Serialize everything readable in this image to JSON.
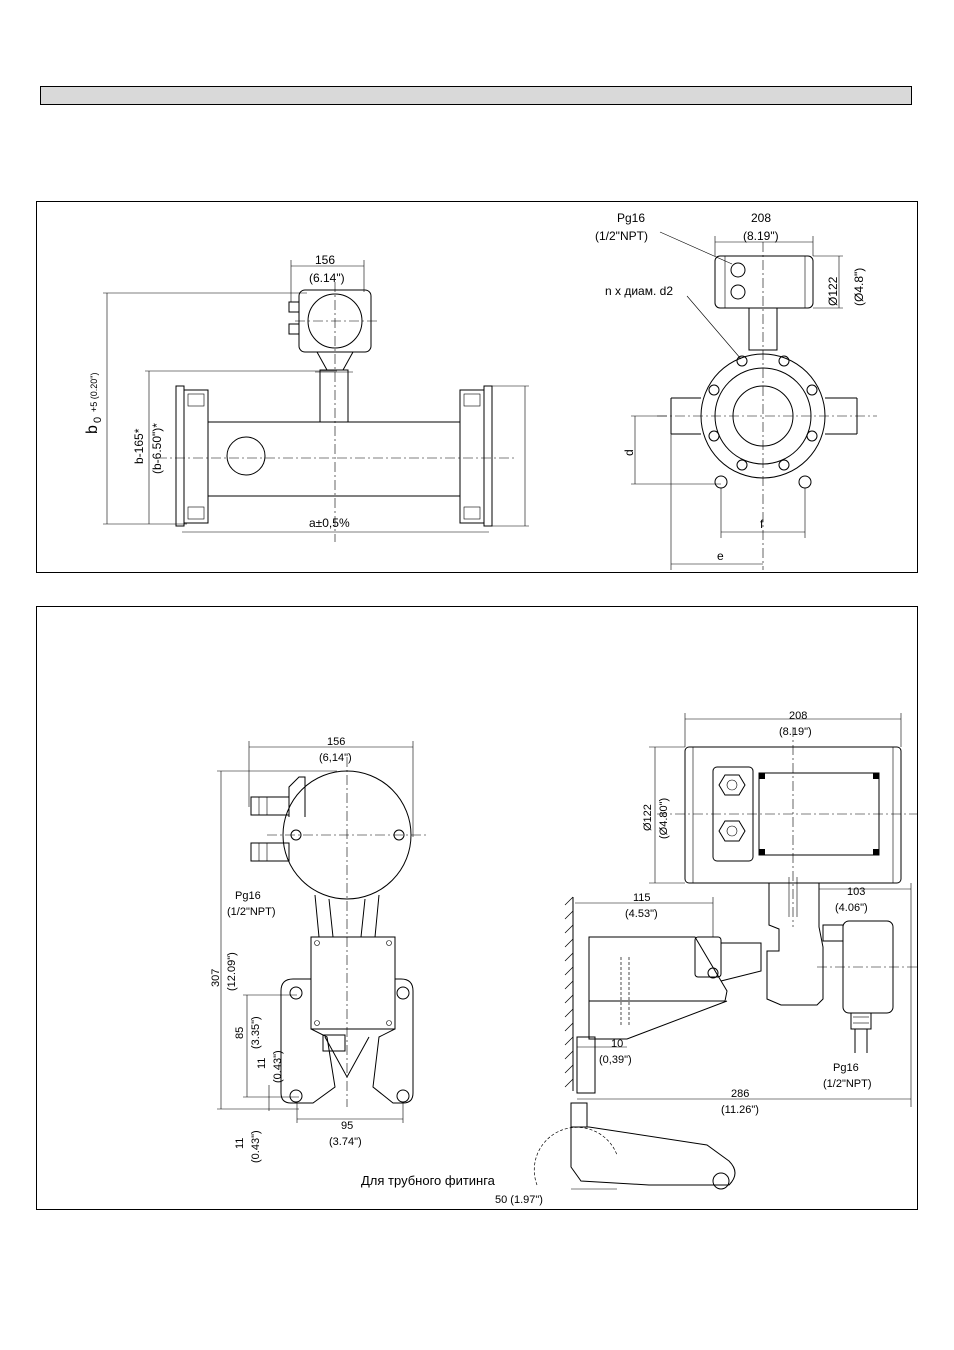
{
  "top_drawing": {
    "front": {
      "width_mm": "156",
      "width_in": "(6.14\")",
      "height_b0_main": "b",
      "height_b0_sub": "0",
      "height_b0_tol": "+5 (0.20\")",
      "height_b165": "b-165*",
      "height_b165_in": "(b-6.50\")*",
      "length": "a±0,5%"
    },
    "side": {
      "pg16": "Pg16",
      "npt": "(1/2\"NPT)",
      "width_mm": "208",
      "width_in": "(8.19\")",
      "hole_label": "n x диам. d2",
      "dia_mm": "Ø122",
      "dia_in": "(Ø4.8\")",
      "dim_d": "d",
      "dim_f": "f",
      "dim_e": "e"
    }
  },
  "bottom_drawing": {
    "front": {
      "width_mm": "156",
      "width_in": "(6,14\")",
      "pg16": "Pg16",
      "npt": "(1/2\"NPT)",
      "height_mm": "307",
      "height_in": "(12.09\")",
      "h85": "85",
      "h85_in": "(3.35\")",
      "h11": "11",
      "h11_in": "(0.43\")",
      "h11b": "11",
      "h11b_in": "(0.43\")",
      "w95": "95",
      "w95_in": "(3.74\")"
    },
    "side": {
      "width_mm": "208",
      "width_in": "(8.19\")",
      "dia_mm": "Ø122",
      "dia_in": "(Ø4.80\")",
      "d115": "115",
      "d115_in": "(4.53\")",
      "d103": "103",
      "d103_in": "(4.06\")",
      "d10": "10",
      "d10_in": "(0,39\")",
      "pg16": "Pg16",
      "npt": "(1/2\"NPT)",
      "d286": "286",
      "d286_in": "(11.26\")",
      "pipe_label": "Для трубного фитинга",
      "d50": "50 (1.97\")"
    }
  }
}
